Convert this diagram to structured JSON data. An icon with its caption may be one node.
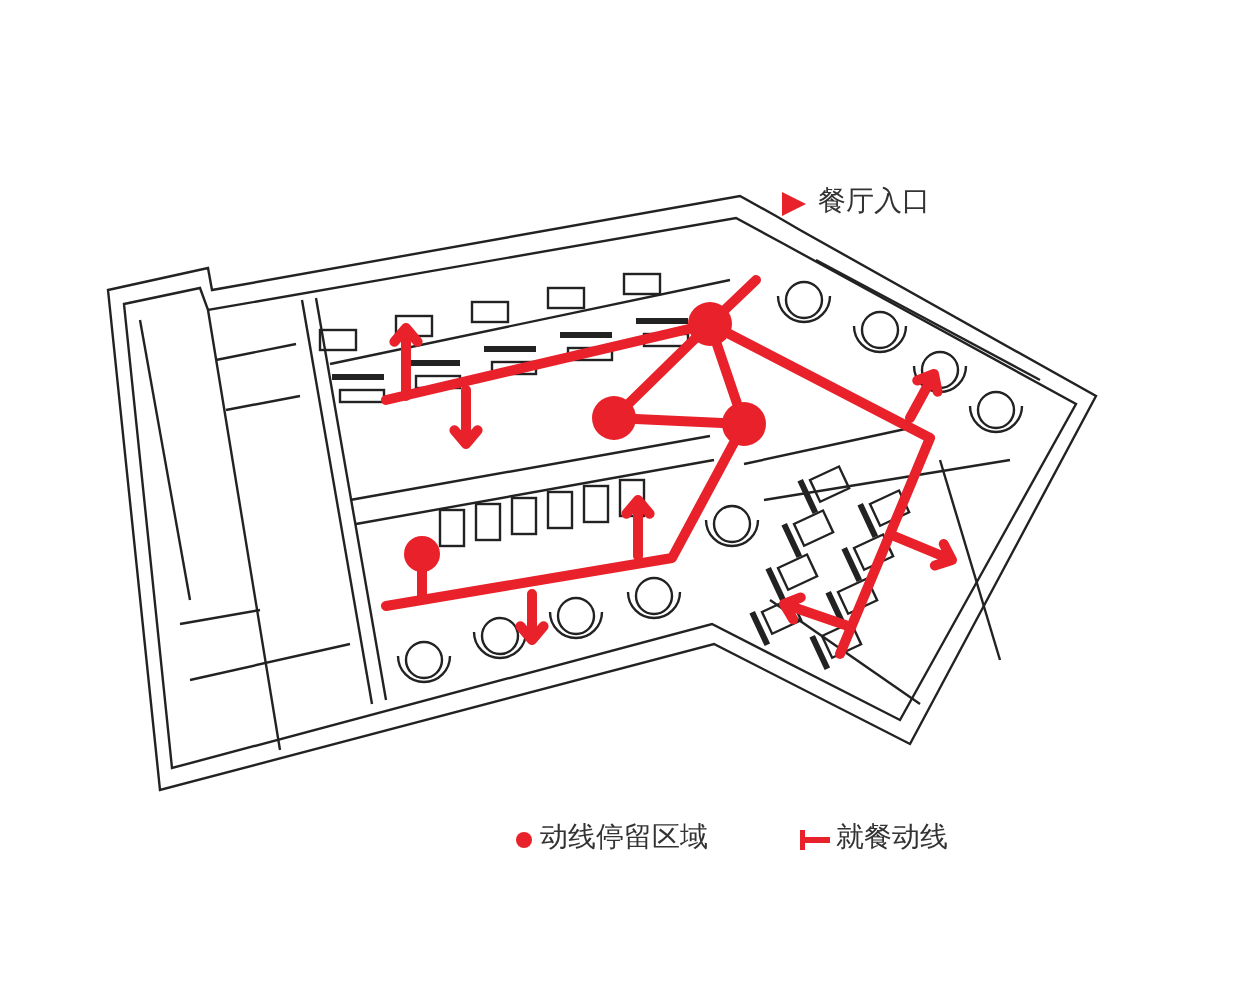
{
  "diagram": {
    "legend": [
      {
        "text": "餐厅入口"
      },
      {
        "text": "动线停留区域",
        "color": "#e8212a"
      },
      {
        "text": "就餐动线"
      }
    ]
  }
}
